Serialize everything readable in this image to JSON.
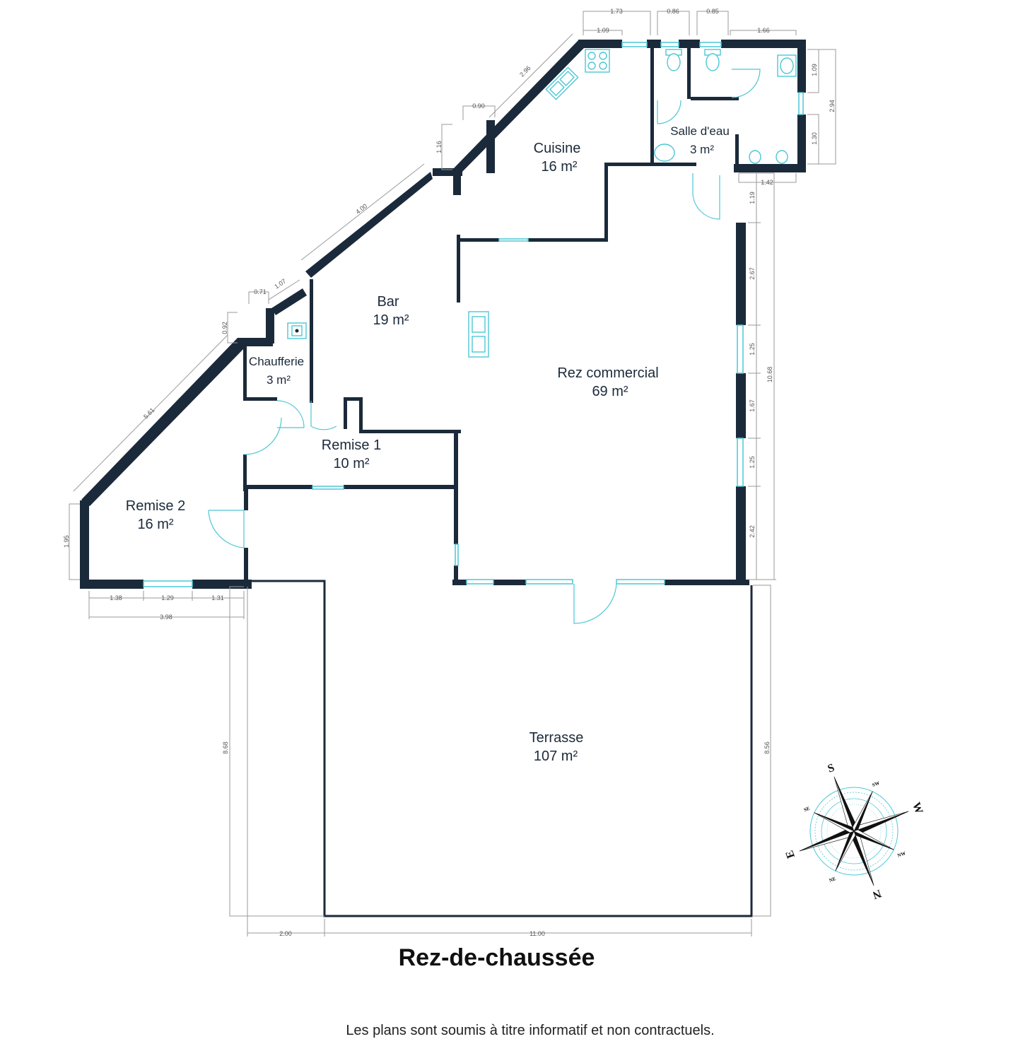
{
  "title": "Rez-de-chaussée",
  "disclaimer": "Les plans sont soumis à titre informatif et non contractuels.",
  "rooms": [
    {
      "name": "Cuisine",
      "area": "16 m²"
    },
    {
      "name": "Salle d'eau",
      "area": "3 m²"
    },
    {
      "name": "Bar",
      "area": "19 m²"
    },
    {
      "name": "Rez commercial",
      "area": "69 m²"
    },
    {
      "name": "Chaufferie",
      "area": "3 m²"
    },
    {
      "name": "Remise 1",
      "area": "10 m²"
    },
    {
      "name": "Remise 2",
      "area": "16 m²"
    },
    {
      "name": "Terrasse",
      "area": "107 m²"
    }
  ],
  "dimensions": {
    "top_173": "1.73",
    "top_109": "1.09",
    "top_086": "0.86",
    "top_085": "0.85",
    "top_166": "1.66",
    "diag_296": "2.96",
    "diag_090": "0.90",
    "diag_116": "1.16",
    "diag_400": "4.00",
    "diag_107": "1.07",
    "diag_071": "0.71",
    "diag_092": "0.92",
    "diag_561": "5.61",
    "left_195": "1.95",
    "bot_138": "1.38",
    "bot_129": "1.29",
    "bot_131": "1.31",
    "bot_398": "3.98",
    "right_109": "1.09",
    "right_294": "2.94",
    "right_130": "1.30",
    "right_142": "1.42",
    "right_119": "1.19",
    "right_267": "2.67",
    "right_125a": "1.25",
    "right_167": "1.67",
    "right_125b": "1.25",
    "right_242": "2.42",
    "right_1068": "10.68",
    "terrasse_868": "8.68",
    "terrasse_856": "8.56",
    "terrasse_200": "2.00",
    "terrasse_1100": "11.00"
  },
  "compass": {
    "n": "N",
    "s": "S",
    "e": "E",
    "w": "W",
    "ne": "NE",
    "nw": "NW",
    "se": "SE",
    "sw": "SW"
  }
}
